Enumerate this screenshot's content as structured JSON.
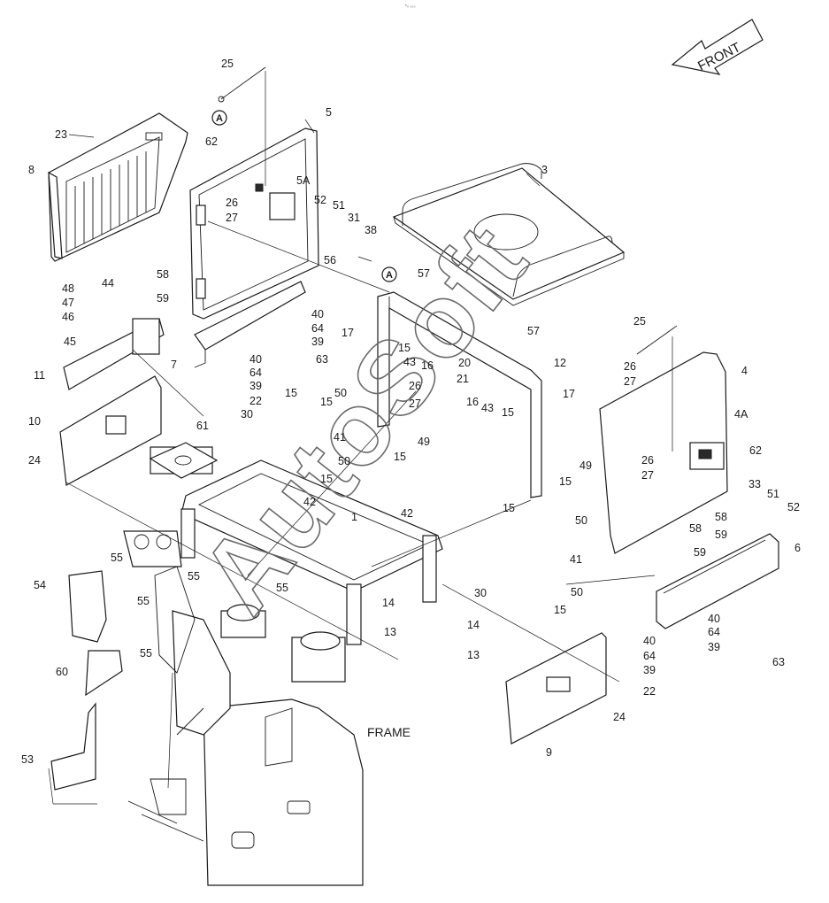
{
  "page_code": "ᵇ₀ ₀₀₀",
  "direction_label": "FRONT",
  "frame_label": "FRAME",
  "watermark": "AutoSoft",
  "reference_marker": "A",
  "callouts": [
    {
      "id": "c25a",
      "text": "25"
    },
    {
      "id": "c5",
      "text": "5"
    },
    {
      "id": "c23",
      "text": "23"
    },
    {
      "id": "c62a",
      "text": "62"
    },
    {
      "id": "c8",
      "text": "8"
    },
    {
      "id": "c26a",
      "text": "26"
    },
    {
      "id": "c5A",
      "text": "5A"
    },
    {
      "id": "c27a",
      "text": "27"
    },
    {
      "id": "c3",
      "text": "3"
    },
    {
      "id": "c52a",
      "text": "52"
    },
    {
      "id": "c51a",
      "text": "51"
    },
    {
      "id": "c31",
      "text": "31"
    },
    {
      "id": "c38",
      "text": "38"
    },
    {
      "id": "c56",
      "text": "56"
    },
    {
      "id": "c58a",
      "text": "58"
    },
    {
      "id": "c59a",
      "text": "59"
    },
    {
      "id": "c57a",
      "text": "57"
    },
    {
      "id": "c48",
      "text": "48"
    },
    {
      "id": "c44",
      "text": "44"
    },
    {
      "id": "c47",
      "text": "47"
    },
    {
      "id": "c46",
      "text": "46"
    },
    {
      "id": "c45",
      "text": "45"
    },
    {
      "id": "c40a",
      "text": "40"
    },
    {
      "id": "c64a",
      "text": "64"
    },
    {
      "id": "c39a",
      "text": "39"
    },
    {
      "id": "c17a",
      "text": "17"
    },
    {
      "id": "c25b",
      "text": "25"
    },
    {
      "id": "c57b",
      "text": "57"
    },
    {
      "id": "c7",
      "text": "7"
    },
    {
      "id": "c63a",
      "text": "63"
    },
    {
      "id": "c15a",
      "text": "15"
    },
    {
      "id": "c43a",
      "text": "43"
    },
    {
      "id": "c16a",
      "text": "16"
    },
    {
      "id": "c20",
      "text": "20"
    },
    {
      "id": "c12",
      "text": "12"
    },
    {
      "id": "c26b",
      "text": "26"
    },
    {
      "id": "c27b",
      "text": "27"
    },
    {
      "id": "c4",
      "text": "4"
    },
    {
      "id": "c11",
      "text": "11"
    },
    {
      "id": "c40b",
      "text": "40"
    },
    {
      "id": "c64b",
      "text": "64"
    },
    {
      "id": "c39b",
      "text": "39"
    },
    {
      "id": "c22a",
      "text": "22"
    },
    {
      "id": "c50a",
      "text": "50"
    },
    {
      "id": "c15b",
      "text": "15"
    },
    {
      "id": "c15c",
      "text": "15"
    },
    {
      "id": "c26c",
      "text": "26"
    },
    {
      "id": "c21",
      "text": "21"
    },
    {
      "id": "c27c",
      "text": "27"
    },
    {
      "id": "c16b",
      "text": "16"
    },
    {
      "id": "c43b",
      "text": "43"
    },
    {
      "id": "c15d",
      "text": "15"
    },
    {
      "id": "c17b",
      "text": "17"
    },
    {
      "id": "c4A",
      "text": "4A"
    },
    {
      "id": "c10",
      "text": "10"
    },
    {
      "id": "c30a",
      "text": "30"
    },
    {
      "id": "c61",
      "text": "61"
    },
    {
      "id": "c41a",
      "text": "41"
    },
    {
      "id": "c49a",
      "text": "49"
    },
    {
      "id": "c49b",
      "text": "49"
    },
    {
      "id": "c24a",
      "text": "24"
    },
    {
      "id": "c50b",
      "text": "50"
    },
    {
      "id": "c15e",
      "text": "15"
    },
    {
      "id": "c15f",
      "text": "15"
    },
    {
      "id": "c26d",
      "text": "26"
    },
    {
      "id": "c62b",
      "text": "62"
    },
    {
      "id": "c27d",
      "text": "27"
    },
    {
      "id": "c15g",
      "text": "15"
    },
    {
      "id": "c42a",
      "text": "42"
    },
    {
      "id": "c33",
      "text": "33"
    },
    {
      "id": "c51b",
      "text": "51"
    },
    {
      "id": "c52b",
      "text": "52"
    },
    {
      "id": "c15h",
      "text": "15"
    },
    {
      "id": "c50c",
      "text": "50"
    },
    {
      "id": "c58b",
      "text": "58"
    },
    {
      "id": "c59b",
      "text": "59"
    },
    {
      "id": "c1",
      "text": "1"
    },
    {
      "id": "c42b",
      "text": "42"
    },
    {
      "id": "c58c",
      "text": "58"
    },
    {
      "id": "c59c",
      "text": "59"
    },
    {
      "id": "c6",
      "text": "6"
    },
    {
      "id": "c41b",
      "text": "41"
    },
    {
      "id": "c55a",
      "text": "55"
    },
    {
      "id": "c55b",
      "text": "55"
    },
    {
      "id": "c55c",
      "text": "55"
    },
    {
      "id": "c54",
      "text": "54"
    },
    {
      "id": "c30b",
      "text": "30"
    },
    {
      "id": "c50d",
      "text": "50"
    },
    {
      "id": "c55d",
      "text": "55"
    },
    {
      "id": "c14a",
      "text": "14"
    },
    {
      "id": "c15i",
      "text": "15"
    },
    {
      "id": "c13a",
      "text": "13"
    },
    {
      "id": "c55e",
      "text": "55"
    },
    {
      "id": "c40c",
      "text": "40"
    },
    {
      "id": "c64c",
      "text": "64"
    },
    {
      "id": "c39c",
      "text": "39"
    },
    {
      "id": "c40d",
      "text": "40"
    },
    {
      "id": "c64d",
      "text": "64"
    },
    {
      "id": "c39d",
      "text": "39"
    },
    {
      "id": "c63b",
      "text": "63"
    },
    {
      "id": "c14b",
      "text": "14"
    },
    {
      "id": "c13b",
      "text": "13"
    },
    {
      "id": "c22b",
      "text": "22"
    },
    {
      "id": "c60",
      "text": "60"
    },
    {
      "id": "c24b",
      "text": "24"
    },
    {
      "id": "c9",
      "text": "9"
    },
    {
      "id": "c53",
      "text": "53"
    }
  ]
}
